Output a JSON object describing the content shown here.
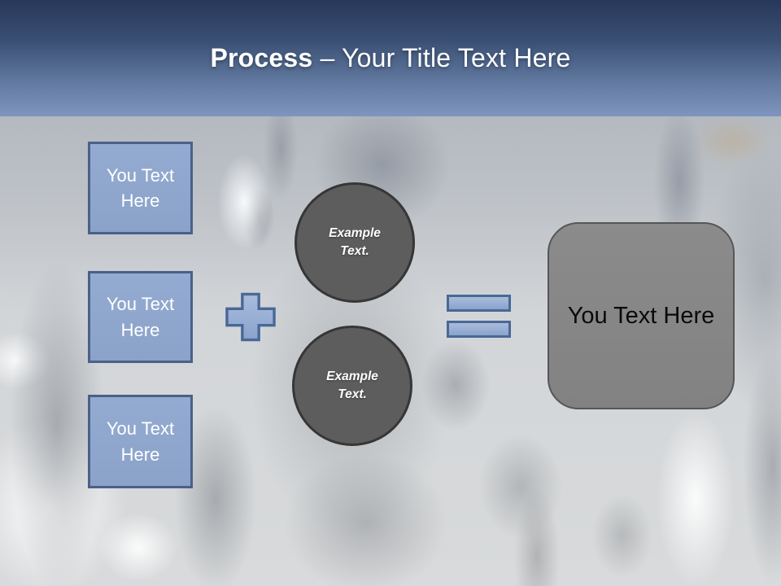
{
  "slide_title": {
    "bold": "Process",
    "separator": " – ",
    "regular": "Your Title Text Here"
  },
  "process": {
    "inputs": [
      {
        "label": "You Text Here"
      },
      {
        "label": "You Text Here"
      },
      {
        "label": "You Text Here"
      }
    ],
    "operators": {
      "plus_icon": "plus-sign",
      "equals_icon": "equals-sign"
    },
    "examples": [
      {
        "label": "Example Text."
      },
      {
        "label": "Example Text."
      }
    ],
    "result": {
      "label": "You Text Here"
    }
  },
  "colors": {
    "header_gradient_top": "#27385a",
    "header_gradient_bottom": "#7e96bf",
    "title_text": "#ffffff",
    "input_fill": "#8fa6cd",
    "input_border": "#4b6089",
    "operator_fill": "#93aed5",
    "operator_border": "#4a6896",
    "example_fill": "#5d5d5d",
    "example_border": "#363636",
    "example_text": "#ffffff",
    "result_fill": "#868686",
    "result_border": "#565656",
    "result_text": "#0a0a0a",
    "photo_wash": "#d2d5d8"
  }
}
